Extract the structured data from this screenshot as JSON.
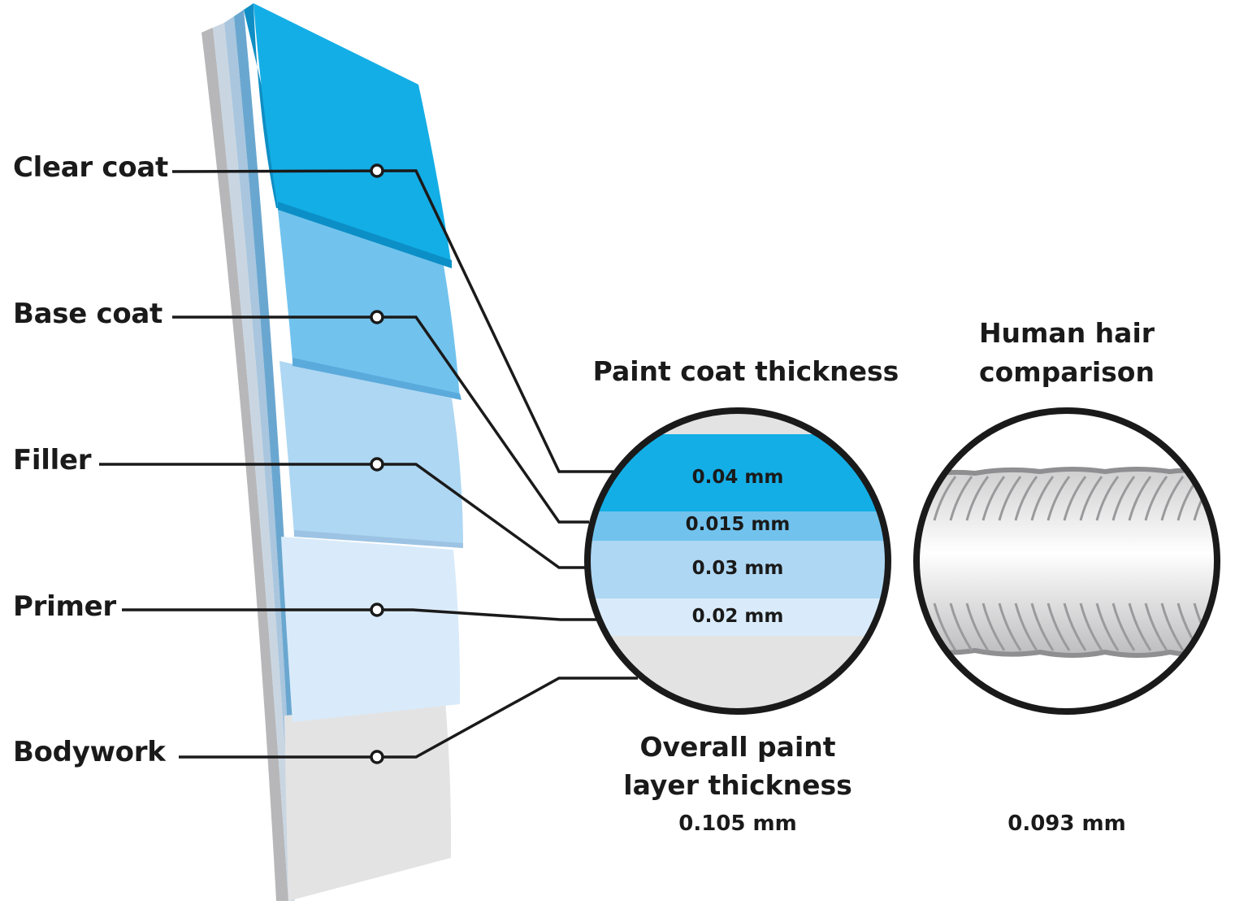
{
  "layers": [
    {
      "label": "Clear coat",
      "color": "#14aee6",
      "value": "0.04 mm"
    },
    {
      "label": "Base coat",
      "color": "#71c3ee",
      "value": "0.015 mm"
    },
    {
      "label": "Filler",
      "color": "#aed7f3",
      "value": "0.03 mm"
    },
    {
      "label": "Primer",
      "color": "#d9ebfa",
      "value": "0.02 mm"
    },
    {
      "label": "Bodywork",
      "color": "#e3e3e4"
    }
  ],
  "paint": {
    "heading": "Paint coat thickness",
    "overall_label_line1": "Overall paint",
    "overall_label_line2": "layer thickness",
    "overall_value": "0.105 mm"
  },
  "hair": {
    "heading_line1": "Human hair",
    "heading_line2": "comparison",
    "value": "0.093 mm"
  },
  "colors": {
    "line": "#1a1a1a",
    "edge_dark": "#0b8fc6",
    "plate_grey": "#b7b7b9"
  }
}
